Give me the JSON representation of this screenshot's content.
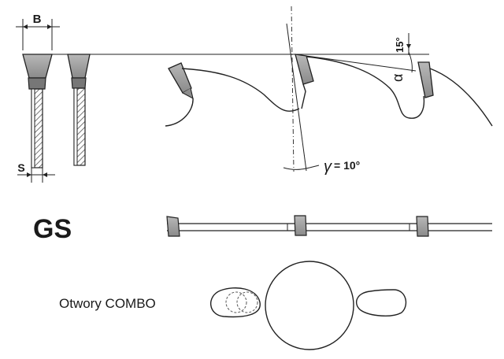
{
  "labels": {
    "b": "B",
    "s": "S",
    "fifteen": "15°",
    "alpha": "α",
    "gamma_symbol": "γ",
    "gamma_value": "= 10°",
    "gs": "GS",
    "combo": "Otwory COMBO"
  }
}
